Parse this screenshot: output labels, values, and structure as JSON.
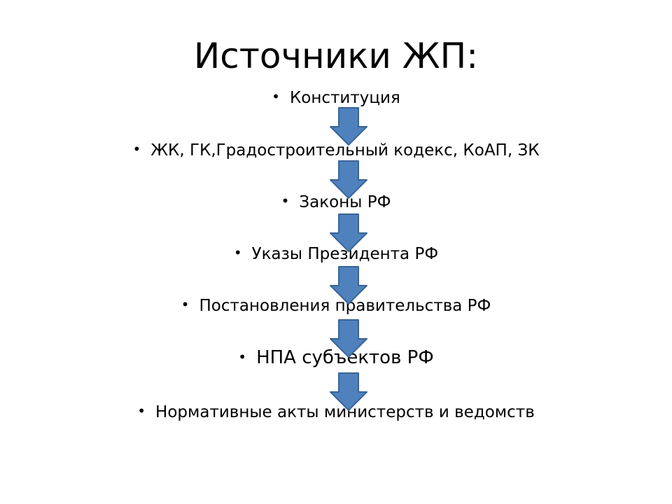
{
  "slide": {
    "title": "Источники ЖП:",
    "bullet_symbol": "•",
    "items": [
      "Конституция",
      "ЖК, ГК,Градостроительный кодекс, КоАП, ЗК",
      "Законы РФ",
      "Указы Президента РФ",
      "Постановления правительства РФ",
      "НПА субъектов РФ",
      "Нормативные акты министерств и ведомств"
    ],
    "arrow_fill": "#4f81bd",
    "arrow_stroke": "#3a6496"
  }
}
